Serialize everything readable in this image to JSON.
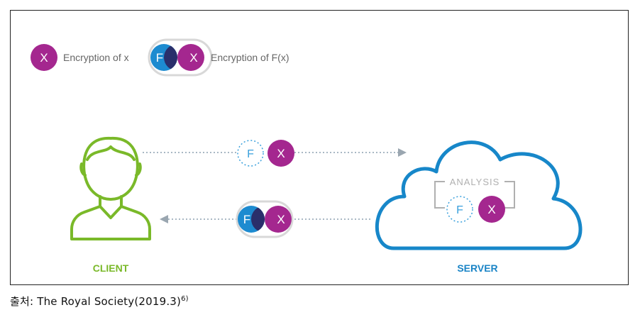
{
  "legend": {
    "x_symbol": "X",
    "x_label": "Encryption of x",
    "fx_f_symbol": "F",
    "fx_x_symbol": "X",
    "fx_label": "Encryption of F(x)"
  },
  "flow": {
    "request_f": "F",
    "request_x": "X",
    "response_f": "F",
    "response_x": "X"
  },
  "server_box": {
    "title": "ANALYSIS",
    "f_symbol": "F",
    "x_symbol": "X"
  },
  "labels": {
    "client": "CLIENT",
    "server": "SERVER"
  },
  "caption": {
    "text": "출처: The Royal Society(2019.3)",
    "footnote": "6)"
  },
  "colors": {
    "purple": "#a4278f",
    "blue": "#1d8bd0",
    "green": "#7ab929",
    "cloud_blue": "#1787c9",
    "dotted": "#a9b8c4",
    "label_blue": "#1a84c6"
  }
}
